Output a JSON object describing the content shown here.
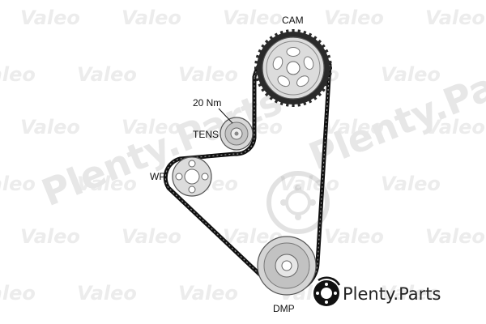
{
  "watermark": {
    "brand": "Valeo",
    "site": "Plenty.Parts"
  },
  "diagram": {
    "components": [
      {
        "id": "cam",
        "label": "CAM"
      },
      {
        "id": "tensioner",
        "label": "TENS",
        "annotation": "20 Nm"
      },
      {
        "id": "water-pump",
        "label": "WP"
      },
      {
        "id": "damper",
        "label": "DMP"
      }
    ]
  },
  "logo": {
    "text": "Plenty.Parts"
  },
  "colors": {
    "belt": "#111111",
    "pulley_fill": "#dcdcdc",
    "pulley_stroke": "#555555",
    "watermark": "#ececec"
  }
}
